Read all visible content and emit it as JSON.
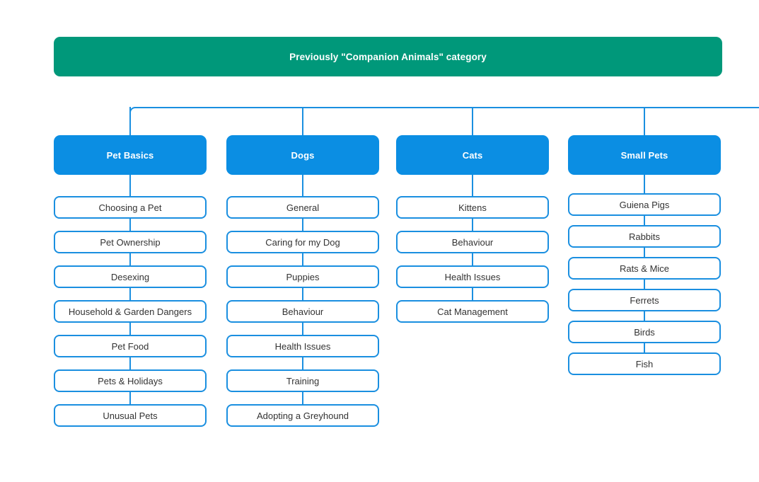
{
  "diagram": {
    "type": "org-chart",
    "root": {
      "label": "Previously \"Companion Animals\" category",
      "color": "#00987a",
      "text_color": "#ffffff"
    },
    "branch_color": "#1a8fe0",
    "header_color": "#0b8ee3",
    "node_text_color": "#333333",
    "columns": [
      {
        "header": "Pet Basics",
        "items": [
          {
            "label": "Choosing a Pet"
          },
          {
            "label": "Pet Ownership"
          },
          {
            "label": "Desexing"
          },
          {
            "label": "Household & Garden Dangers"
          },
          {
            "label": "Pet Food"
          },
          {
            "label": "Pets & Holidays"
          },
          {
            "label": "Unusual Pets"
          }
        ]
      },
      {
        "header": "Dogs",
        "items": [
          {
            "label": "General"
          },
          {
            "label": "Caring for my Dog"
          },
          {
            "label": "Puppies"
          },
          {
            "label": "Behaviour"
          },
          {
            "label": "Health Issues"
          },
          {
            "label": "Training"
          },
          {
            "label": "Adopting a Greyhound"
          }
        ]
      },
      {
        "header": "Cats",
        "items": [
          {
            "label": "Kittens"
          },
          {
            "label": "Behaviour"
          },
          {
            "label": "Health Issues"
          },
          {
            "label": "Cat Management"
          }
        ]
      },
      {
        "header": "Small Pets",
        "items": [
          {
            "label": "Guiena Pigs"
          },
          {
            "label": "Rabbits"
          },
          {
            "label": "Rats & Mice"
          },
          {
            "label": "Ferrets"
          },
          {
            "label": "Birds"
          },
          {
            "label": "Fish"
          }
        ]
      }
    ]
  }
}
